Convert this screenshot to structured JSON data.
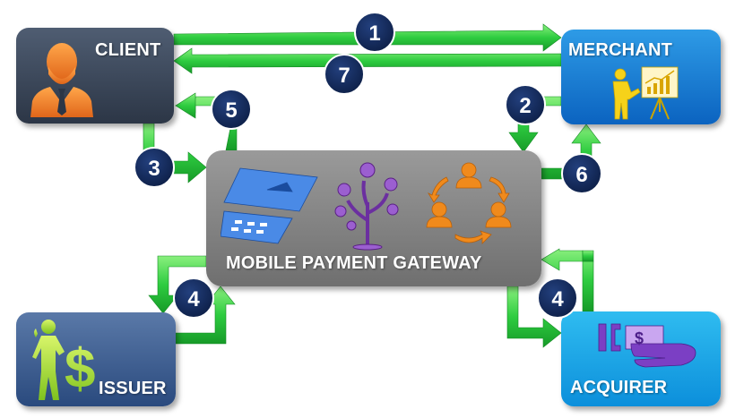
{
  "colors": {
    "arrow": "#2ecc40",
    "badge": "#112a5c",
    "client": "#3a4556",
    "merchant": "#1a7ad6",
    "issuer": "#3d5f93",
    "acquirer": "#1aa6e8",
    "gateway": "#858585"
  },
  "nodes": {
    "client": {
      "label": "CLIENT",
      "icon": "businessman-icon"
    },
    "merchant": {
      "label": "MERCHANT",
      "icon": "presenter-chart-icon"
    },
    "issuer": {
      "label": "ISSUER",
      "icon": "person-dollar-icon"
    },
    "acquirer": {
      "label": "ACQUIRER",
      "icon": "hand-card-icon"
    },
    "gateway": {
      "label": "MOBILE PAYMENT GATEWAY",
      "icons": [
        "calculator-chart-icon",
        "money-tree-icon",
        "people-cycle-icon"
      ]
    }
  },
  "steps": [
    {
      "number": "1",
      "from": "client",
      "to": "merchant"
    },
    {
      "number": "2",
      "from": "merchant",
      "to": "gateway"
    },
    {
      "number": "3",
      "from": "client",
      "to": "gateway"
    },
    {
      "number": "4",
      "from": "gateway",
      "to": "issuer"
    },
    {
      "number": "4",
      "from": "gateway",
      "to": "acquirer"
    },
    {
      "number": "5",
      "from": "gateway",
      "to": "client"
    },
    {
      "number": "6",
      "from": "gateway",
      "to": "merchant"
    },
    {
      "number": "7",
      "from": "merchant",
      "to": "client"
    }
  ]
}
